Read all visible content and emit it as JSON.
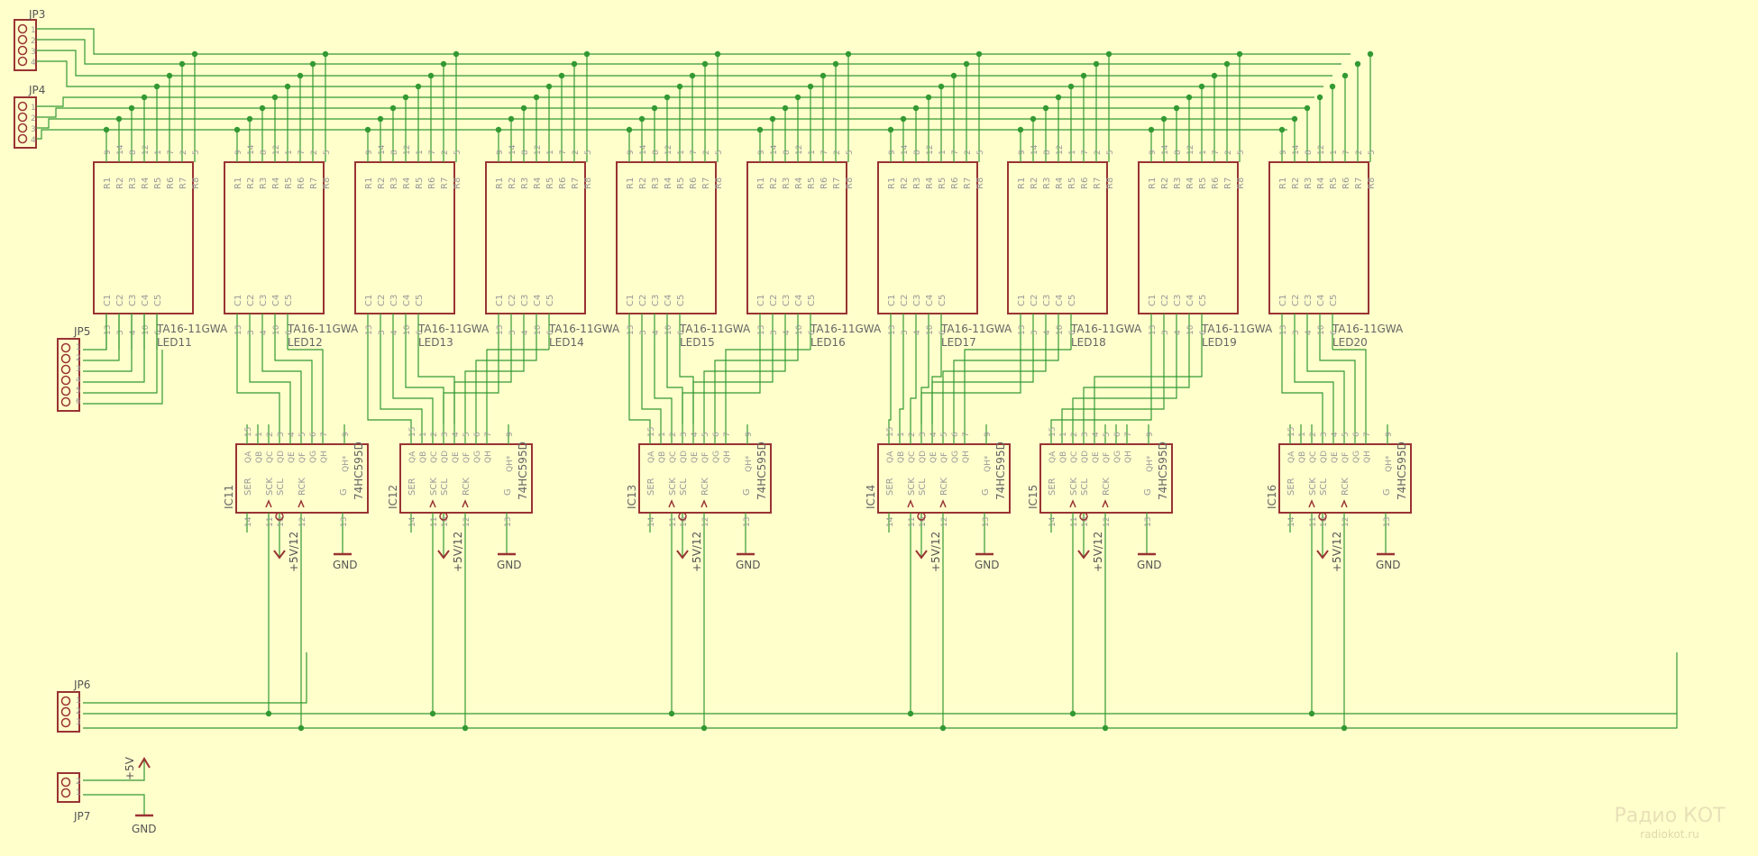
{
  "schematic": {
    "colors": {
      "background": "#ffffcc",
      "wire": "#339933",
      "part": "#993333",
      "label": "#999999"
    },
    "pins_top": [
      "9",
      "14",
      "8",
      "12",
      "1",
      "7",
      "2",
      "5"
    ],
    "pins_top_r": [
      "R1",
      "R2",
      "R3",
      "R4",
      "R5",
      "R6",
      "R7",
      "R8"
    ],
    "pins_bot_c": [
      "C1",
      "C2",
      "C3",
      "C4",
      "C5"
    ],
    "pins_bot": [
      "13",
      "3",
      "4",
      "10",
      "6"
    ],
    "led_parts": [
      {
        "name": "LED11",
        "value": "TA16-11GWA"
      },
      {
        "name": "LED12",
        "value": "TA16-11GWA"
      },
      {
        "name": "LED13",
        "value": "TA16-11GWA"
      },
      {
        "name": "LED14",
        "value": "TA16-11GWA"
      },
      {
        "name": "LED15",
        "value": "TA16-11GWA"
      },
      {
        "name": "LED16",
        "value": "TA16-11GWA"
      },
      {
        "name": "LED17",
        "value": "TA16-11GWA"
      },
      {
        "name": "LED18",
        "value": "TA16-11GWA"
      },
      {
        "name": "LED19",
        "value": "TA16-11GWA"
      },
      {
        "name": "LED20",
        "value": "TA16-11GWA"
      }
    ],
    "ic_parts": [
      {
        "name": "IC11",
        "value": "74HC595D"
      },
      {
        "name": "IC12",
        "value": "74HC595D"
      },
      {
        "name": "IC13",
        "value": "74HC595D"
      },
      {
        "name": "IC14",
        "value": "74HC595D"
      },
      {
        "name": "IC15",
        "value": "74HC595D"
      },
      {
        "name": "IC16",
        "value": "74HC595D"
      }
    ],
    "ic_top_pins": [
      "15",
      "1",
      "2",
      "3",
      "4",
      "5",
      "6",
      "7"
    ],
    "ic_out": [
      "QA",
      "QB",
      "QC",
      "QD",
      "QE",
      "QF",
      "QG",
      "QH"
    ],
    "ic_qhs_pin": "9",
    "ic_qhs": "QH*",
    "ic_bot_labels": [
      "SER",
      "SCK",
      "SCL",
      "RCK",
      "G"
    ],
    "ic_bot_pins": [
      "14",
      "11",
      "10",
      "12",
      "13"
    ],
    "supply": {
      "vcc": "+5V",
      "gnd": "GND"
    },
    "connectors": [
      {
        "name": "JP3",
        "pins": [
          "1",
          "2",
          "3",
          "4"
        ]
      },
      {
        "name": "JP4",
        "pins": [
          "1",
          "2",
          "3",
          "4"
        ]
      },
      {
        "name": "JP5",
        "pins": [
          "1",
          "2",
          "3",
          "4",
          "5",
          "6"
        ]
      },
      {
        "name": "JP6",
        "pins": [
          "1",
          "2",
          "3"
        ]
      },
      {
        "name": "JP7",
        "pins": [
          "2",
          "1"
        ]
      }
    ],
    "watermark": {
      "line1": "Радио КОТ",
      "line2": "radiokot.ru"
    }
  }
}
